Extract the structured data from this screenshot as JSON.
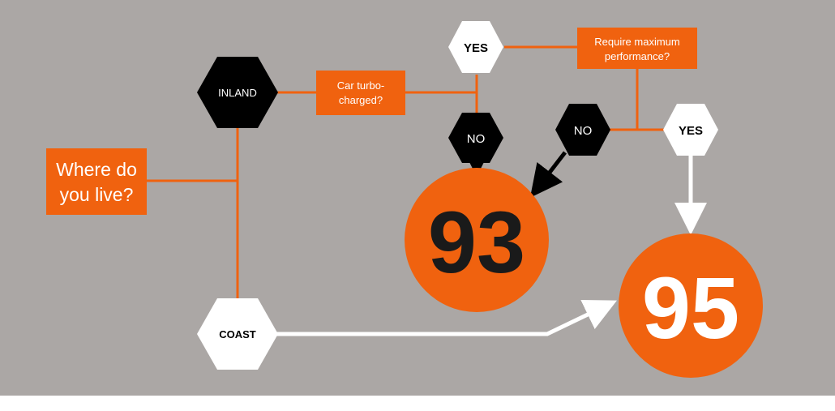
{
  "colors": {
    "background": "#aba7a5",
    "footer": "#ffffff",
    "orange": "#f0620f",
    "black": "#000000",
    "white": "#ffffff"
  },
  "start_box": {
    "line1": "Where do",
    "line2": "you live?"
  },
  "inland_hex": {
    "label": "INLAND"
  },
  "coast_hex": {
    "label": "COAST"
  },
  "turbo_box": {
    "line1": "Car turbo-",
    "line2": "charged?"
  },
  "yes_top_hex": {
    "label": "YES"
  },
  "no_left_hex": {
    "label": "NO"
  },
  "no_right_hex": {
    "label": "NO"
  },
  "yes_right_hex": {
    "label": "YES"
  },
  "performance_box": {
    "line1": "Require maximum",
    "line2": "performance?"
  },
  "result_93": {
    "label": "93"
  },
  "result_95": {
    "label": "95"
  }
}
